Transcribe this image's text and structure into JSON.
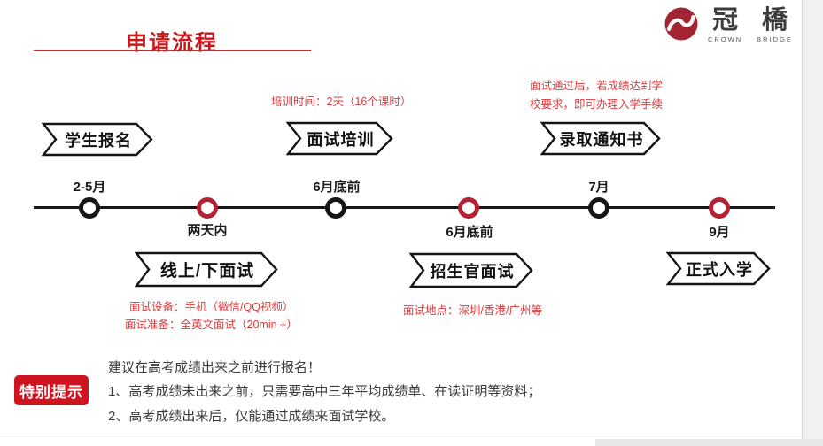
{
  "page": {
    "title": "申请流程"
  },
  "logo": {
    "icon": "crown-bridge-swirl",
    "cn": [
      "冠",
      "橋"
    ],
    "en": [
      "CROWN",
      "BRIDGE"
    ]
  },
  "timeline": {
    "steps": [
      {
        "label": "学生报名",
        "date": "2-5月",
        "side": "top",
        "dot_color": "black"
      },
      {
        "label": "线上/下面试",
        "date": "两天内",
        "side": "bottom",
        "dot_color": "red"
      },
      {
        "label": "面试培训",
        "date": "6月底前",
        "side": "top",
        "dot_color": "black"
      },
      {
        "label": "招生官面试",
        "date": "6月底前",
        "side": "bottom",
        "dot_color": "red"
      },
      {
        "label": "录取通知书",
        "date": "7月",
        "side": "top",
        "dot_color": "black"
      },
      {
        "label": "正式入学",
        "date": "9月",
        "side": "bottom",
        "dot_color": "red"
      }
    ],
    "annotations": {
      "training": "培训时间：2天（16个课时）",
      "offer_line1": "面试通过后，若成绩达到学",
      "offer_line2": "校要求，即可办理入学手续",
      "device": "面试设备：手机（微信/QQ视频）",
      "prep": "面试准备：全英文面试（20min +）",
      "location": "面试地点：深圳/香港/广州等"
    }
  },
  "notice": {
    "badge": "特别提示",
    "headline": "建议在高考成绩出来之前进行报名！",
    "items": [
      "1、高考成绩未出来之前，只需要高中三年平均成绩单、在读证明等资料；",
      "2、高考成绩出来后，仅能通过成绩来面试学校。"
    ]
  },
  "colors": {
    "accent_red": "#c9252b",
    "dot_red": "#b32133",
    "text_red": "#dd3a3c",
    "badge_red": "#cd1420",
    "ink": "#161616",
    "body_text": "#3b3b3b",
    "logo_red": "#a32433"
  }
}
